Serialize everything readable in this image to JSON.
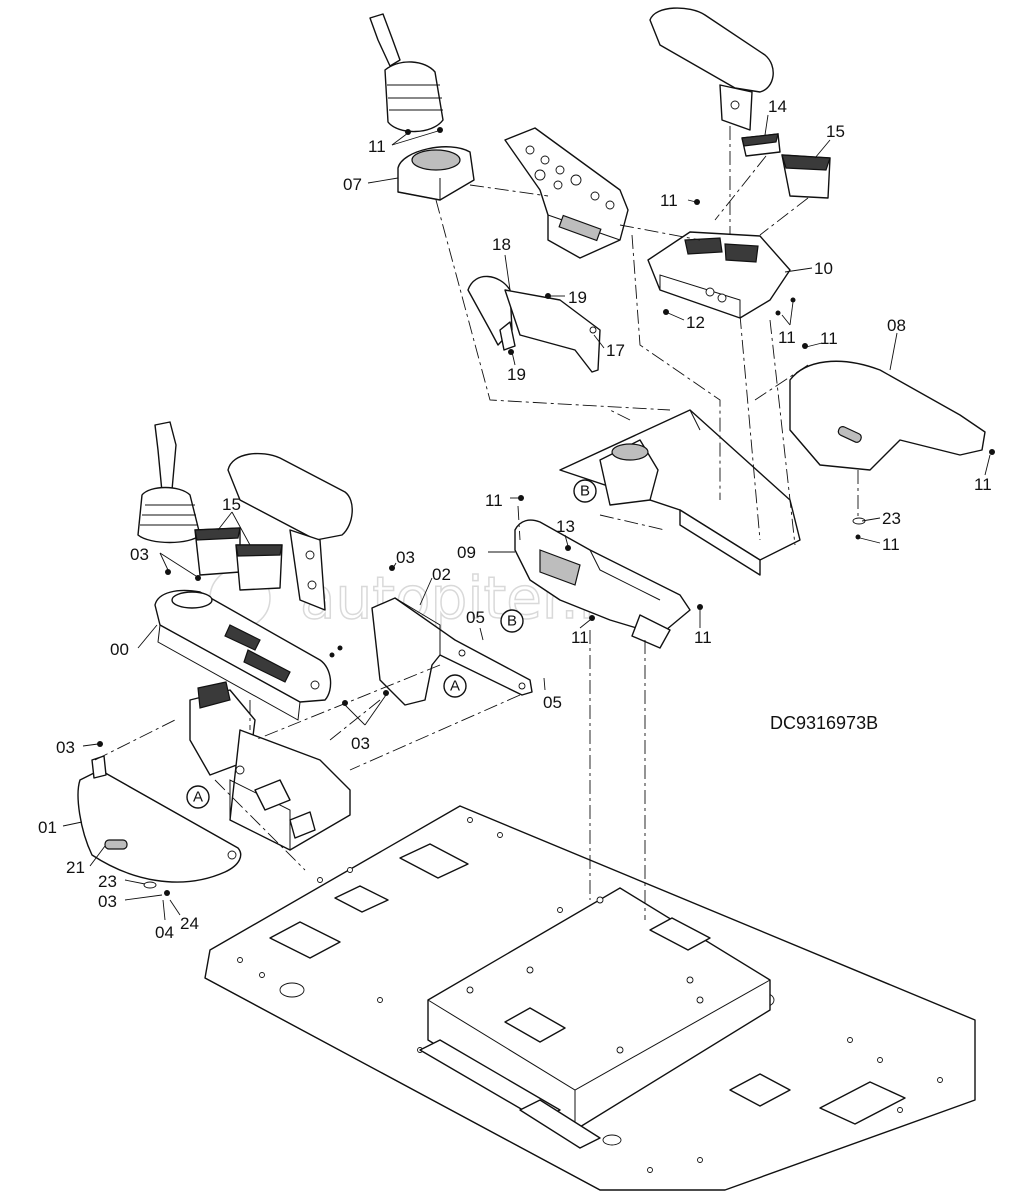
{
  "drawing_code": "DC9316973B",
  "watermark": "autopiter.ru",
  "section_markers": {
    "a": "A",
    "b": "B"
  },
  "callouts": {
    "c00": "00",
    "c01": "01",
    "c02": "02",
    "c03a": "03",
    "c03b": "03",
    "c03c": "03",
    "c03d": "03",
    "c03e": "03",
    "c04": "04",
    "c05a": "05",
    "c05b": "05",
    "c07": "07",
    "c08": "08",
    "c09": "09",
    "c10": "10",
    "c11a": "11",
    "c11b": "11",
    "c11c": "11",
    "c11d": "11",
    "c11e": "11",
    "c11f": "11",
    "c11g": "11",
    "c11h": "11",
    "c11i": "11",
    "c12": "12",
    "c13": "13",
    "c14": "14",
    "c15a": "15",
    "c15b": "15",
    "c17": "17",
    "c18": "18",
    "c19a": "19",
    "c19b": "19",
    "c21": "21",
    "c23a": "23",
    "c23b": "23",
    "c24": "24"
  }
}
